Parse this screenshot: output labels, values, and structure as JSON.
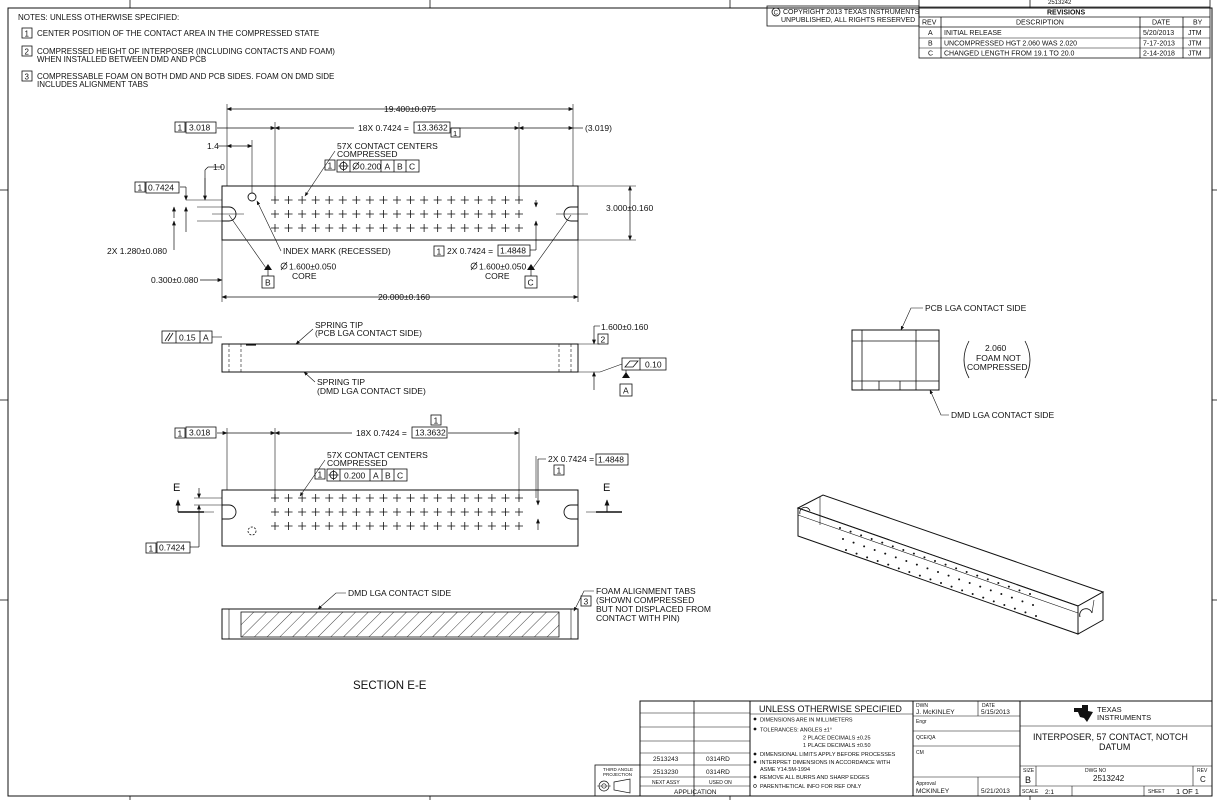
{
  "notes": {
    "heading": "NOTES:   UNLESS OTHERWISE SPECIFIED:",
    "items": [
      {
        "num": "1",
        "lines": [
          "CENTER POSITION OF THE CONTACT AREA IN THE COMPRESSED STATE"
        ]
      },
      {
        "num": "2",
        "lines": [
          "COMPRESSED HEIGHT OF INTERPOSER (INCLUDING CONTACTS AND FOAM)",
          "WHEN INSTALLED BETWEEN DMD AND PCB"
        ]
      },
      {
        "num": "3",
        "lines": [
          "COMPRESSABLE FOAM ON BOTH DMD AND PCB SIDES.  FOAM ON DMD SIDE",
          "INCLUDES ALIGNMENT TABS"
        ]
      }
    ]
  },
  "copyright": {
    "symbol": "C",
    "line1": "COPYRIGHT 2013  TEXAS INSTRUMENTS",
    "line2": "UNPUBLISHED, ALL RIGHTS RESERVED"
  },
  "revisions": {
    "title": "REVISIONS",
    "headers": [
      "REV",
      "DESCRIPTION",
      "DATE",
      "BY"
    ],
    "rows": [
      [
        "A",
        "INITIAL RELEASE",
        "5/20/2013",
        "JTM"
      ],
      [
        "B",
        "UNCOMPRESSED HGT 2.060 WAS 2.020",
        "7-17-2013",
        "JTM"
      ],
      [
        "C",
        "CHANGED LENGTH FROM 19.1 TO 20.0",
        "2-14-2018",
        "JTM"
      ]
    ],
    "partial_text": "2513242"
  },
  "top_view": {
    "dim_overall_top": "19.400±0.075",
    "dim_left_box": "3.018",
    "dim_pitch_prefix": "18X 0.7424 =",
    "dim_pitch_box": "13.3632",
    "note_box": "1",
    "dim_right_ref": "(3.019)",
    "dim_1_4": "1.4",
    "dim_1_0": "1.0",
    "contact_label_1": "57X CONTACT CENTERS",
    "contact_label_2": "COMPRESSED",
    "fcf_note": "1",
    "fcf_tol": "0.200",
    "fcf_a": "A",
    "fcf_b": "B",
    "fcf_c": "C",
    "dim_left_pitch_box": "0.7424",
    "dim_height": "3.000±0.160",
    "dim_2x_1280": "2X 1.280±0.080",
    "index_mark": "INDEX MARK (RECESSED)",
    "dim_2x_pitch_prefix": "2X 0.7424 =",
    "dim_2x_pitch_box": "1.4848",
    "core_left_dia": "1.600±0.050",
    "core_left_label": "CORE",
    "core_right_dia": "1.600±0.050",
    "core_right_label": "CORE",
    "datum_b": "B",
    "datum_c": "C",
    "dim_0300": "0.300±0.080",
    "dim_overall_bottom": "20.000±0.160"
  },
  "side_view": {
    "parallel_tol": "0.15",
    "parallel_datum": "A",
    "spring_tip_top_1": "SPRING TIP",
    "spring_tip_top_2": "(PCB LGA CONTACT SIDE)",
    "spring_tip_bot_1": "SPRING TIP",
    "spring_tip_bot_2": "(DMD LGA CONTACT SIDE)",
    "dim_height": "1.600±0.160",
    "note_box": "2",
    "flatness_tol": "0.10",
    "datum_a": "A"
  },
  "end_view": {
    "pcb_label": "PCB LGA CONTACT SIDE",
    "dmd_label": "DMD LGA CONTACT SIDE",
    "dim_1": "2.060",
    "dim_2": "FOAM NOT",
    "dim_3": "COMPRESSED"
  },
  "bottom_view": {
    "dim_left_box": "3.018",
    "note_box_top": "1",
    "dim_pitch_prefix": "18X 0.7424 =",
    "dim_pitch_box": "13.3632",
    "contact_label_1": "57X CONTACT CENTERS",
    "contact_label_2": "COMPRESSED",
    "fcf_note": "1",
    "fcf_tol": "0.200",
    "fcf_a": "A",
    "fcf_b": "B",
    "fcf_c": "C",
    "dim_2x_prefix": "2X 0.7424 =",
    "dim_2x_box": "1.4848",
    "note_box_right": "1",
    "section_letter_left": "E",
    "section_letter_right": "E",
    "dim_left_pitch_box": "0.7424",
    "note_box_left": "1"
  },
  "section_view": {
    "dmd_label": "DMD LGA CONTACT SIDE",
    "note_box": "3",
    "foam_1": "FOAM ALIGNMENT TABS",
    "foam_2": "(SHOWN COMPRESSED",
    "foam_3": "BUT NOT DISPLACED FROM",
    "foam_4": "CONTACT WITH PIN)",
    "title": "SECTION E-E"
  },
  "title_block": {
    "unless_title": "UNLESS OTHERWISE SPECIFIED",
    "notes": [
      "DIMENSIONS ARE IN MILLIMETERS",
      "TOLERANCES:  ANGLES  ±1°",
      "2 PLACE DECIMALS ±0.25",
      "1 PLACE DECIMALS ±0.50",
      "DIMENSIONAL LIMITS APPLY BEFORE PROCESSES",
      "INTERPRET DIMENSIONS IN ACCORDANCE WITH",
      "ASME Y14.5M-1994",
      "REMOVE ALL BURRS AND SHARP EDGES",
      "PARENTHETICAL INFO FOR REF ONLY"
    ],
    "dwn_label": "DWN",
    "dwn_name": "J. McKINLEY",
    "date_label": "DATE",
    "dwn_date": "5/15/2013",
    "engr_label": "Engr",
    "qa_label": "QCE/QA",
    "cm_label": "CM",
    "approval_label": "Approval",
    "approval_name": "MCKINLEY",
    "approval_date": "5/21/2013",
    "company_line1": "TEXAS",
    "company_line2": "INSTRUMENTS",
    "title_line1": "INTERPOSER, 57 CONTACT, NOTCH",
    "title_line2": "DATUM",
    "size_label": "SIZE",
    "size": "B",
    "dwg_label": "DWG NO",
    "dwg_no": "2513242",
    "rev_label": "REV",
    "rev": "C",
    "scale_label": "SCALE",
    "scale": "2:1",
    "sheet_label": "SHEET",
    "sheet": "1 OF 1",
    "next_assy_label": "NEXT ASSY",
    "used_on_label": "USED ON",
    "application": "APPLICATION",
    "assy_rows": [
      [
        "2513243",
        "0314RD"
      ],
      [
        "2513230",
        "0314RD"
      ]
    ],
    "projection_1": "THIRD ANGLE",
    "projection_2": "PROJECTION"
  }
}
